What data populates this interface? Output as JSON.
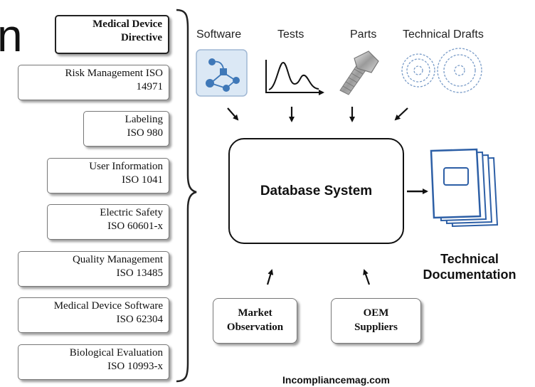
{
  "header_partial": "n",
  "standards": [
    {
      "line1": "Medical Device",
      "line2": "Directive"
    },
    {
      "line1": "Risk Management ISO",
      "line2": "14971"
    },
    {
      "line1": "Labeling",
      "line2": "ISO 980"
    },
    {
      "line1": "User Information",
      "line2": "ISO 1041"
    },
    {
      "line1": "Electric Safety",
      "line2": "ISO 60601-x"
    },
    {
      "line1": "Quality Management",
      "line2": "ISO 13485"
    },
    {
      "line1": "Medical Device Software",
      "line2": "ISO 62304"
    },
    {
      "line1": "Biological Evaluation",
      "line2": "ISO 10993-x"
    }
  ],
  "inputs": {
    "software": "Software",
    "tests": "Tests",
    "parts": "Parts",
    "drafts": "Technical Drafts"
  },
  "core": "Database System",
  "sources": [
    {
      "line1": "Market",
      "line2": "Observation"
    },
    {
      "line1": "OEM",
      "line2": "Suppliers"
    }
  ],
  "output": {
    "line1": "Technical",
    "line2": "Documentation"
  },
  "footer": "Incompliancemag.com",
  "colors": {
    "software_icon_bg": "#dbe8f5",
    "node_blue": "#3f78b8",
    "gear_blue": "#7a9cc8",
    "doc_blue": "#2d5fa6"
  }
}
